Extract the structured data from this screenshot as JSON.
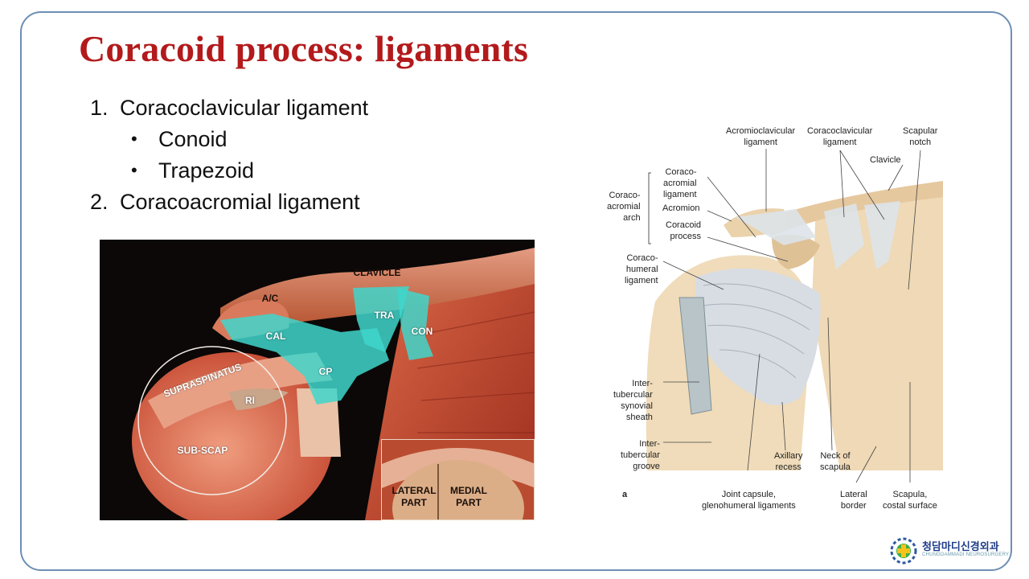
{
  "title": "Coracoid process: ligaments",
  "outline": [
    {
      "number": "1.",
      "text": "Coracoclavicular ligament",
      "children": [
        "Conoid",
        "Trapezoid"
      ]
    },
    {
      "number": "2.",
      "text": "Coracoacromial ligament",
      "children": []
    }
  ],
  "bullet_glyph": "•",
  "photo": {
    "labels": {
      "clavicle": "CLAVICLE",
      "ac": "A/C",
      "tra": "TRA",
      "con": "CON",
      "cal": "CAL",
      "cp": "CP",
      "supraspinatus": "SUPRASPINATUS",
      "ri": "RI",
      "subscap": "SUB-SCAP"
    },
    "inset": {
      "lateral": "LATERAL\nPART",
      "medial": "MEDIAL\nPART"
    },
    "colors": {
      "ligament_highlight": "#3fd6cb"
    }
  },
  "illustration": {
    "labels": {
      "acromioclavicular": "Acromioclavicular\nligament",
      "coracoclavicular": "Coracoclavicular\nligament",
      "scapular_notch": "Scapular\nnotch",
      "clavicle": "Clavicle",
      "coracoacromial_ligament": "Coraco-\nacromial\nligament",
      "acromion": "Acromion",
      "coracoid_process": "Coracoid\nprocess",
      "coracoacromial_arch": "Coraco-\nacromial\narch",
      "coracohumeral": "Coraco-\nhumeral\nligament",
      "intertubercular_sheath": "Inter-\ntubercular\nsynovial\nsheath",
      "intertubercular_groove": "Inter-\ntubercular\ngroove",
      "axillary_recess": "Axillary\nrecess",
      "neck_of_scapula": "Neck of\nscapula",
      "joint_capsule": "Joint capsule,\nglenohumeral ligaments",
      "lateral_border": "Lateral\nborder",
      "costal_surface": "Scapula,\ncostal surface",
      "figure_letter": "a"
    }
  },
  "logo": {
    "name": "청담마디신경외과",
    "subtitle": "CHUNGDAMMADI NEUROSURGERY"
  },
  "colors": {
    "title": "#b31a1c",
    "frame": "#6d8fb4"
  }
}
